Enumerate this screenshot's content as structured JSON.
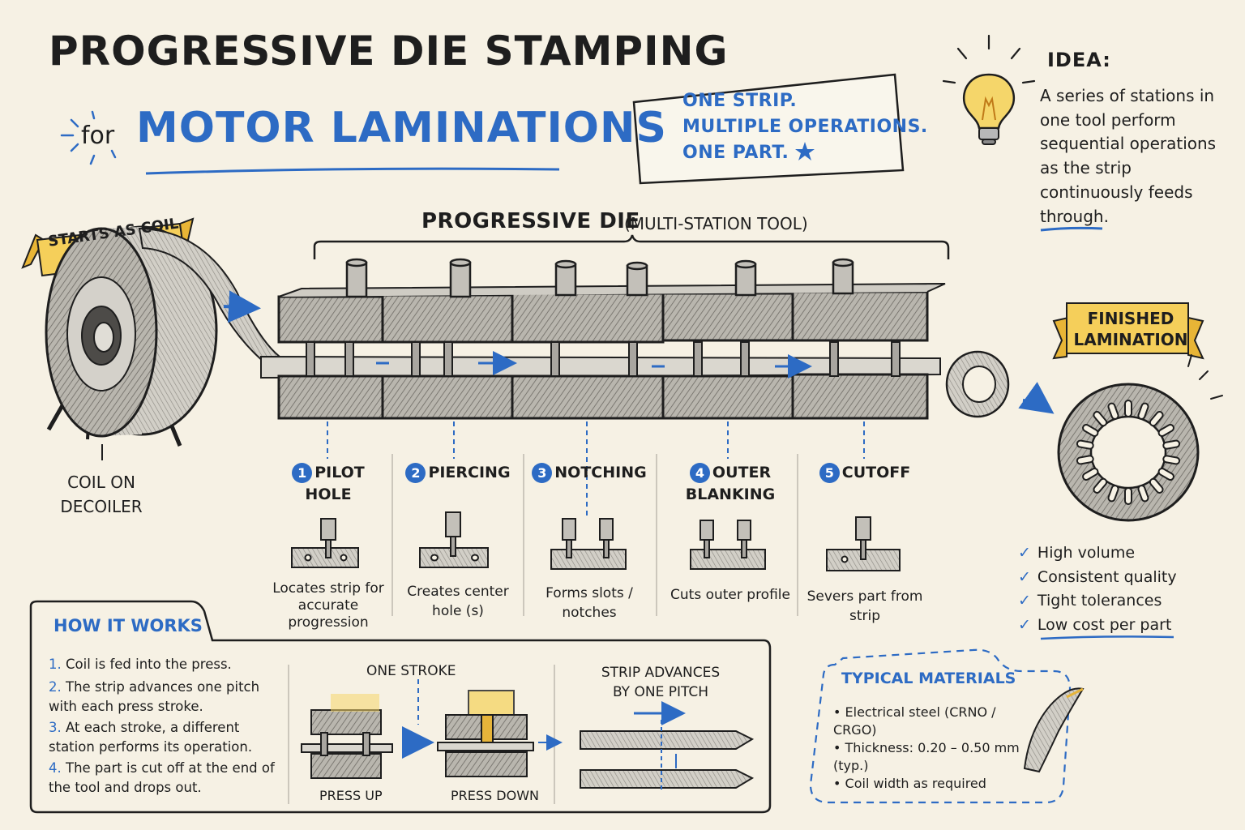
{
  "header": {
    "title": "PROGRESSIVE DIE STAMPING",
    "for_word": "for",
    "subtitle": "MOTOR LAMINATIONS"
  },
  "motto": {
    "line1": "ONE STRIP.",
    "line2": "MULTIPLE OPERATIONS.",
    "line3": "ONE PART."
  },
  "idea": {
    "title": "IDEA:",
    "text": "A series of stations in one tool perform sequential operations as the strip continuously feeds through."
  },
  "die": {
    "title": "PROGRESSIVE DIE",
    "subtitle": "(MULTI-STATION TOOL)"
  },
  "coil": {
    "tag": "STARTS AS COIL",
    "label": "COIL ON DECOILER"
  },
  "finished": {
    "tag": "FINISHED LAMINATION"
  },
  "stations": [
    {
      "num": "1",
      "name": "PILOT",
      "name2": "HOLE",
      "desc": "Locates strip for accurate progression"
    },
    {
      "num": "2",
      "name": "PIERCING",
      "name2": "",
      "desc": "Creates center hole (s)"
    },
    {
      "num": "3",
      "name": "NOTCHING",
      "name2": "",
      "desc": "Forms slots / notches"
    },
    {
      "num": "4",
      "name": "OUTER",
      "name2": "BLANKING",
      "desc": "Cuts outer profile"
    },
    {
      "num": "5",
      "name": "CUTOFF",
      "name2": "",
      "desc": "Severs part from strip"
    }
  ],
  "how_it_works": {
    "title": "HOW IT WORKS",
    "steps": [
      {
        "num": "1.",
        "text": "Coil is fed into the press."
      },
      {
        "num": "2.",
        "text": "The strip advances one pitch with each press stroke."
      },
      {
        "num": "3.",
        "text": "At each stroke, a different station performs its operation."
      },
      {
        "num": "4.",
        "text": "The part is cut off at the end of the tool and drops out."
      }
    ],
    "one_stroke": "ONE STROKE",
    "press_up": "PRESS UP",
    "press_down": "PRESS DOWN",
    "strip_advances": "STRIP ADVANCES BY ONE PITCH"
  },
  "materials": {
    "title": "TYPICAL MATERIALS",
    "items": [
      "Electrical steel (CRNO / CRGO)",
      "Thickness: 0.20 – 0.50 mm (typ.)",
      "Coil width as required"
    ]
  },
  "benefits": [
    "High volume",
    "Consistent quality",
    "Tight tolerances",
    "Low cost per part"
  ],
  "colors": {
    "ink": "#1e1e1e",
    "accent_blue": "#2d6bc4",
    "tag_yellow": "#f5cf5a",
    "paper": "#f6f1e4",
    "steel_gray": "#9a9a9a"
  }
}
